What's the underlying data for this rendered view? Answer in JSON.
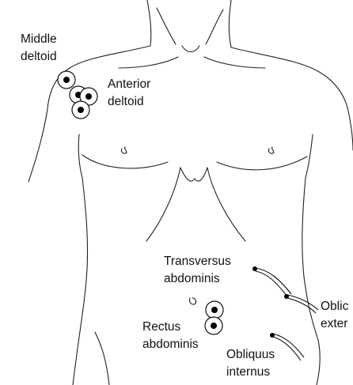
{
  "labels": {
    "middle_deltoid_1": "Middle",
    "middle_deltoid_2": "deltoid",
    "anterior_deltoid_1": "Anterior",
    "anterior_deltoid_2": "deltoid",
    "transversus_1": "Transversus",
    "transversus_2": "abdominis",
    "rectus_1": "Rectus",
    "rectus_2": "abdominis",
    "obliquus_internus_1": "Obliquus",
    "obliquus_internus_2": "internus",
    "obliquus_externus_1": "Oblic",
    "obliquus_externus_2": "exter"
  }
}
